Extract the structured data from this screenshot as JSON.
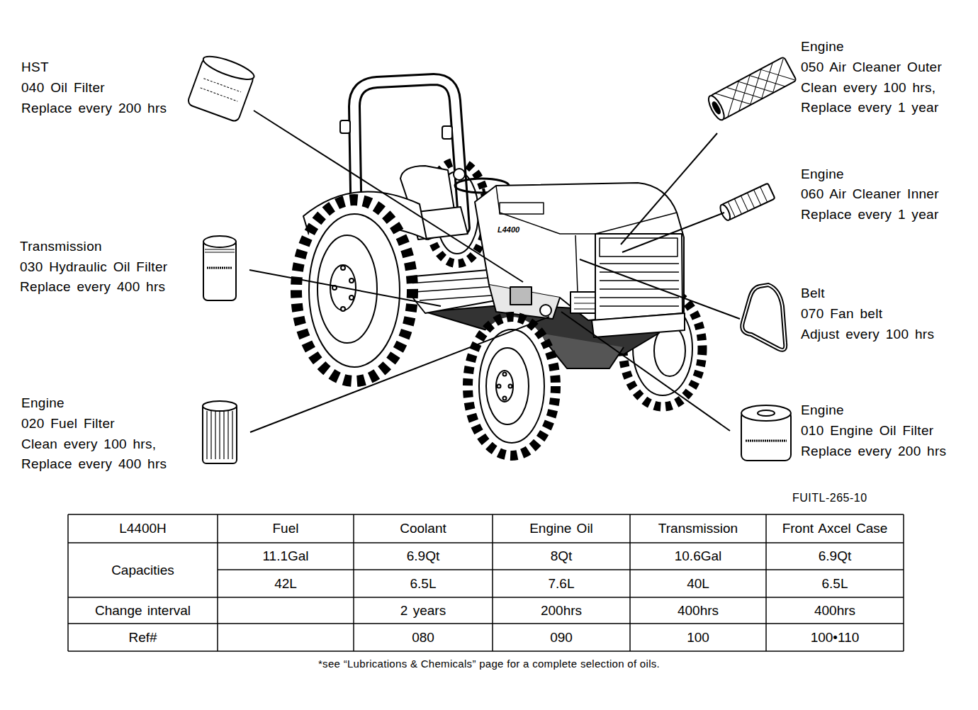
{
  "diagram": {
    "labels": [
      "HST",
      "040 Oil Filter",
      "Replace every 200 hrs",
      "Engine",
      "050 Air Cleaner Outer",
      "Clean every 100 hrs,",
      "Replace every 1 year",
      "Engine",
      "060 Air Cleaner Inner",
      "Replace every 1 year",
      "L4400",
      "Transmission",
      "030 Hydraulic Oil Filter",
      "Replace every 400 hrs",
      "Belt",
      "070 Fan belt",
      "Adjust every 100 hrs",
      "Engine",
      "020 Fuel Filter",
      "Clean every 100 hrs,",
      "Replace every 400 hrs",
      "Engine",
      "010 Engine Oil Filter",
      "Replace every 200 hrs",
      "FUITL-265-10",
      "L4400H",
      "Fuel",
      "Coolant",
      "Engine Oil",
      "Transmission",
      "Front Axcel Case",
      "Capacities",
      "11.1Gal",
      "6.9Qt",
      "8Qt",
      "10.6Gal",
      "6.9Qt",
      "42L",
      "6.5L",
      "7.6L",
      "40L",
      "6.5L",
      "Change interval",
      "2 years",
      "200hrs",
      "400hrs",
      "400hrs",
      "Ref#",
      "080",
      "090",
      "100",
      "100•110",
      "*see “Lubrications & Chemicals” page for a complete selection of oils."
    ]
  }
}
